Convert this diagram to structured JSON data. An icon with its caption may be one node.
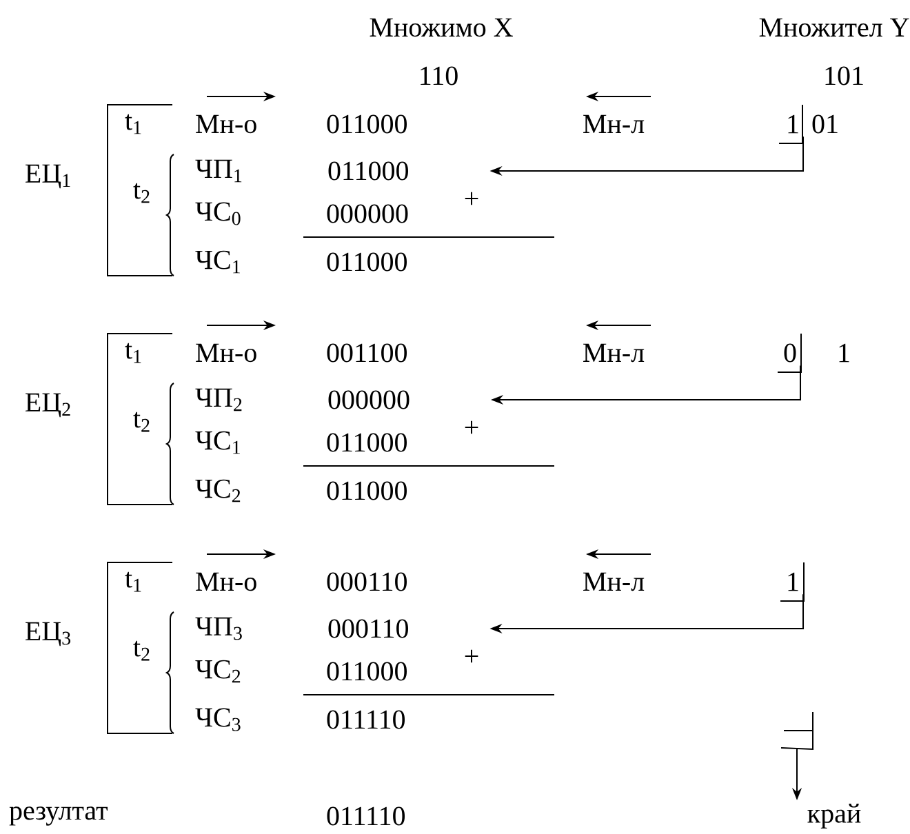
{
  "diagram": {
    "nodes": [
      {
        "text": [
          "1"
        ]
      },
      {
        "text": [
          "011000"
        ]
      },
      {
        "text": [
          "0"
        ]
      },
      {
        "text": [
          "000000"
        ]
      },
      {
        "text": [
          "1"
        ]
      },
      {
        "text": [
          "000110"
        ]
      },
      {
        "text": [],
        "shape": "bracket"
      },
      {
        "text": [
          "край"
        ]
      }
    ],
    "edges": [
      {
        "from": 0,
        "to": 1,
        "arrow": "to"
      },
      {
        "from": 2,
        "to": 3,
        "arrow": "to"
      },
      {
        "from": 4,
        "to": 5,
        "arrow": "to"
      },
      {
        "from": 6,
        "to": 7,
        "arrow": "to"
      }
    ],
    "labels": [
      "Множимо X",
      "Множител Y",
      "110",
      "101",
      "ЕЦ$_{1}$",
      "t$_{1}$",
      "Мн-о",
      "011000",
      "Мн-л",
      "01",
      "ЧП$_{1}$",
      "t$_{2}$",
      "ЧС$_{0}$",
      "000000",
      "+",
      "ЧС$_{1}$",
      "011000",
      "ЕЦ$_{2}$",
      "t$_{1}$",
      "Мн-о",
      "001100",
      "Мн-л",
      "1",
      "ЧП$_{2}$",
      "t$_{2}$",
      "ЧС$_{1}$",
      "011000",
      "+",
      "ЧС$_{2}$",
      "011000",
      "ЕЦ$_{3}$",
      "t$_{1}$",
      "Мн-о",
      "000110",
      "Мн-л",
      "ЧП$_{3}$",
      "t$_{2}$",
      "ЧС$_{2}$",
      "011000",
      "+",
      "ЧС$_{3}$",
      "011110",
      "резултат",
      "011110"
    ]
  }
}
